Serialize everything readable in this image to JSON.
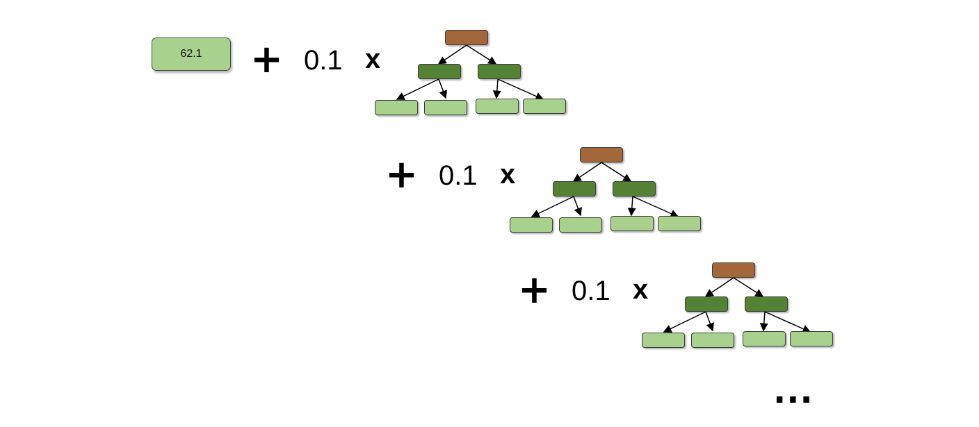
{
  "initial_prediction": {
    "value": "62.1"
  },
  "terms": [
    {
      "operator": "+",
      "learning_rate": "0.1",
      "multiply": "x"
    },
    {
      "operator": "+",
      "learning_rate": "0.1",
      "multiply": "x"
    },
    {
      "operator": "+",
      "learning_rate": "0.1",
      "multiply": "x"
    }
  ],
  "continuation": "...",
  "colors": {
    "root_node": "#a4673a",
    "internal_node": "#548235",
    "leaf_node": "#a9d18e"
  }
}
